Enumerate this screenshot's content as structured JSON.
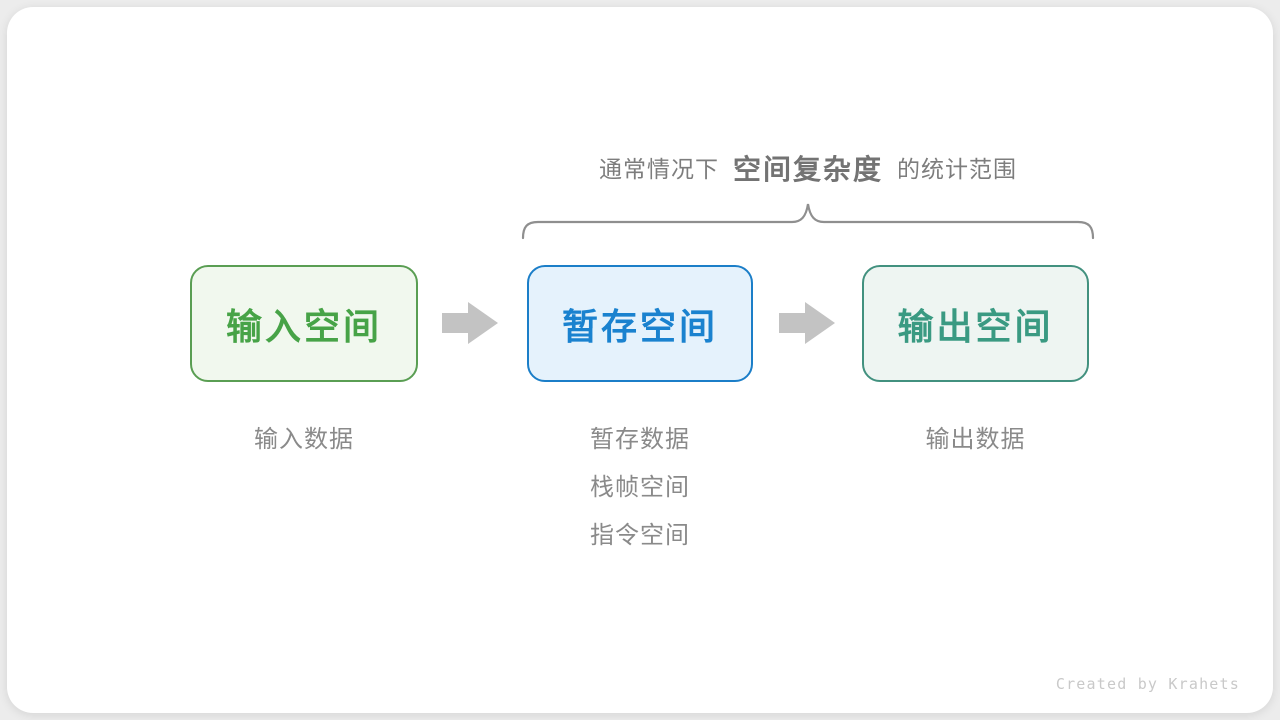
{
  "annotation": {
    "prefix": "通常情况下",
    "highlight": "空间复杂度",
    "suffix": "的统计范围"
  },
  "flow": {
    "nodes": [
      {
        "id": "input-space",
        "label": "输入空间",
        "notes": [
          "输入数据"
        ],
        "border": "#5a9e53",
        "bg": "#f1f8ee",
        "text": "#47a347"
      },
      {
        "id": "temp-space",
        "label": "暂存空间",
        "notes": [
          "暂存数据",
          "栈帧空间",
          "指令空间"
        ],
        "border": "#1b7ec8",
        "bg": "#e5f2fc",
        "text": "#1a82cf"
      },
      {
        "id": "output-space",
        "label": "输出空间",
        "notes": [
          "输出数据"
        ],
        "border": "#42917f",
        "bg": "#eef5f2",
        "text": "#3a9a82"
      }
    ],
    "arrow_color": "#c3c3c3",
    "brace_color": "#8f8f8f"
  },
  "page": {
    "watermark": "Created by Krahets"
  }
}
